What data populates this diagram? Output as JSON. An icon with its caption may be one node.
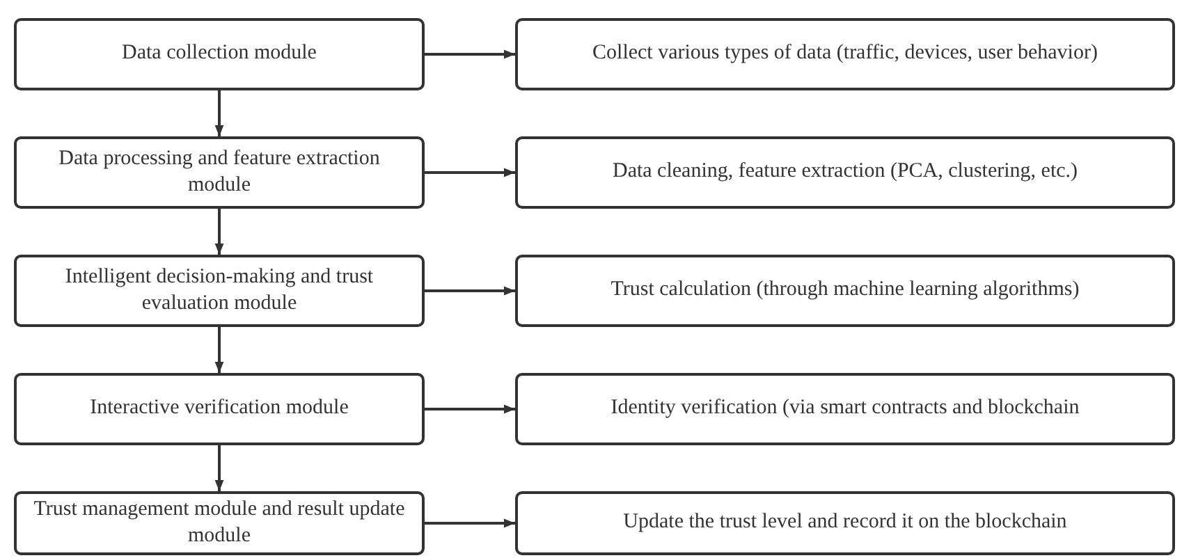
{
  "diagram": {
    "nodes": [
      {
        "text": [
          "Data collection module"
        ]
      },
      {
        "text": [
          "Collect various types of data (traffic, devices, user behavior)"
        ]
      },
      {
        "text": [
          "Data processing and feature extraction module"
        ]
      },
      {
        "text": [
          "Data cleaning, feature extraction (PCA, clustering, etc.)"
        ]
      },
      {
        "text": [
          "Intelligent decision-making and trust evaluation module"
        ]
      },
      {
        "text": [
          "Trust calculation (through machine learning algorithms)"
        ]
      },
      {
        "text": [
          "Interactive verification module"
        ]
      },
      {
        "text": [
          "Identity verification (via smart contracts and blockchain"
        ]
      },
      {
        "text": [
          "Trust management module and result update module"
        ]
      },
      {
        "text": [
          "Update the trust level and record it on the blockchain"
        ]
      }
    ],
    "edges": [
      {
        "from": 0,
        "to": 1,
        "arrow": "to"
      },
      {
        "from": 0,
        "to": 2,
        "arrow": "to"
      },
      {
        "from": 2,
        "to": 3,
        "arrow": "to"
      },
      {
        "from": 2,
        "to": 4,
        "arrow": "to"
      },
      {
        "from": 4,
        "to": 5,
        "arrow": "to"
      },
      {
        "from": 4,
        "to": 6,
        "arrow": "to"
      },
      {
        "from": 6,
        "to": 7,
        "arrow": "to"
      },
      {
        "from": 6,
        "to": 8,
        "arrow": "to"
      },
      {
        "from": 8,
        "to": 9,
        "arrow": "to"
      }
    ]
  }
}
